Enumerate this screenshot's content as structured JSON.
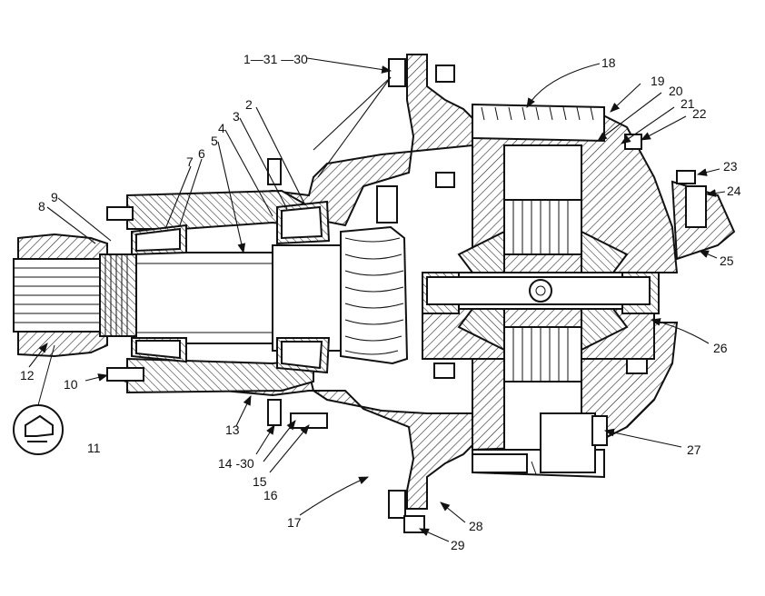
{
  "labels": {
    "l1": "1—31 —30",
    "l2": "2",
    "l3": "3",
    "l4": "4",
    "l5": "5",
    "l6": "6",
    "l7": "7",
    "l8": "8",
    "l9": "9",
    "l10": "10",
    "l11": "11",
    "l12": "12",
    "l13": "13",
    "l14": "14 -30",
    "l15": "15",
    "l16": "16",
    "l17": "17",
    "l18": "18",
    "l19": "19",
    "l20": "20",
    "l21": "21",
    "l22": "22",
    "l23": "23",
    "l24": "24",
    "l25": "25",
    "l26": "26",
    "l27": "27",
    "l28": "28",
    "l29": "29"
  }
}
